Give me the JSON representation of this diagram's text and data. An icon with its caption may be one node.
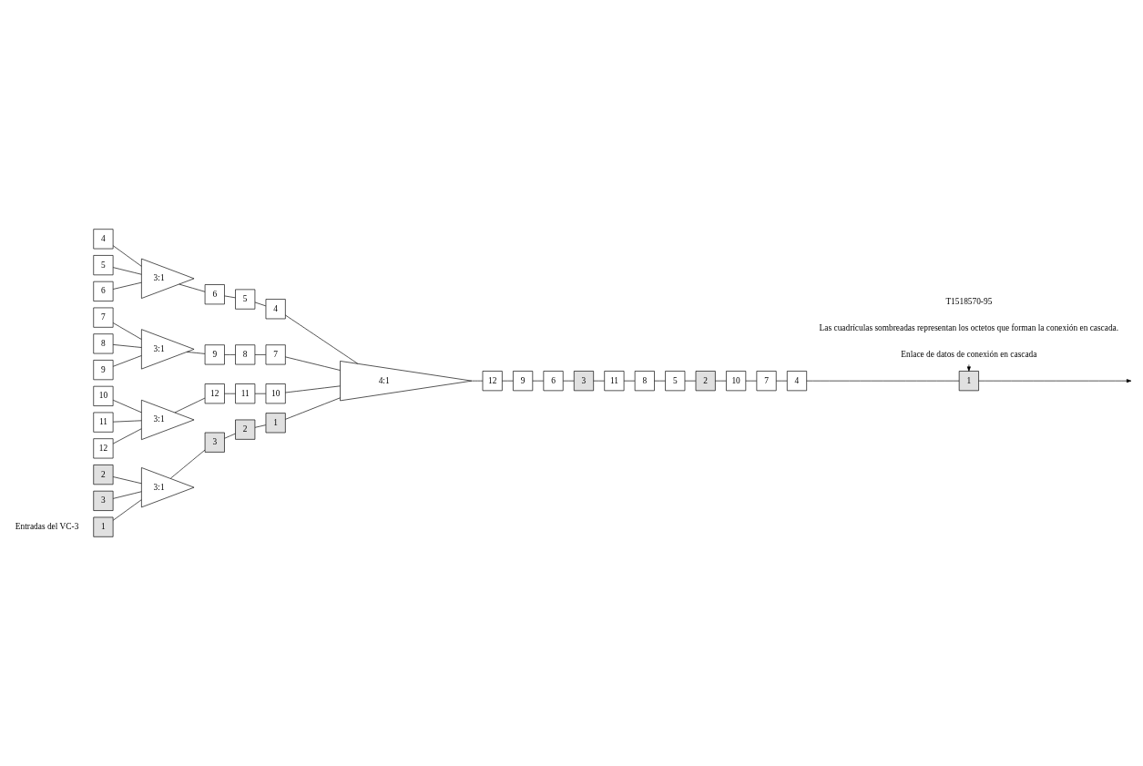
{
  "diagram": {
    "nodes": [
      {
        "text": [
          "1"
        ]
      },
      {
        "text": [
          "2"
        ]
      },
      {
        "text": [
          "3"
        ]
      },
      {
        "text": [
          "4"
        ]
      },
      {
        "text": [
          "5"
        ]
      },
      {
        "text": [
          "6"
        ]
      },
      {
        "text": [
          "7"
        ]
      },
      {
        "text": [
          "8"
        ]
      },
      {
        "text": [
          "9"
        ]
      },
      {
        "text": [
          "10"
        ]
      },
      {
        "text": [
          "11"
        ]
      },
      {
        "text": [
          "12"
        ]
      },
      {
        "text": [
          "3:1"
        ]
      },
      {
        "text": [
          "3:1"
        ]
      },
      {
        "text": [
          "3:1"
        ]
      },
      {
        "text": [
          "3:1"
        ]
      },
      {
        "text": [
          "3"
        ]
      },
      {
        "text": [
          "2"
        ]
      },
      {
        "text": [
          "1"
        ]
      },
      {
        "text": [
          "6"
        ]
      },
      {
        "text": [
          "5"
        ]
      },
      {
        "text": [
          "4"
        ]
      },
      {
        "text": [
          "9"
        ]
      },
      {
        "text": [
          "8"
        ]
      },
      {
        "text": [
          "7"
        ]
      },
      {
        "text": [
          "12"
        ]
      },
      {
        "text": [
          "11"
        ]
      },
      {
        "text": [
          "10"
        ]
      },
      {
        "text": [
          "4:1"
        ]
      },
      {
        "text": [
          "12"
        ]
      },
      {
        "text": [
          "9"
        ]
      },
      {
        "text": [
          "6"
        ]
      },
      {
        "text": [
          "3"
        ]
      },
      {
        "text": [
          "11"
        ]
      },
      {
        "text": [
          "8"
        ]
      },
      {
        "text": [
          "5"
        ]
      },
      {
        "text": [
          "2"
        ]
      },
      {
        "text": [
          "10"
        ]
      },
      {
        "text": [
          "7"
        ]
      },
      {
        "text": [
          "4"
        ]
      },
      {
        "text": [
          "1"
        ]
      },
      {
        "text": [
          "Enlace de datos de conexión en cascada"
        ]
      }
    ],
    "edges": [
      {
        "from": 0,
        "to": 12,
        "arrow": "none"
      },
      {
        "from": 1,
        "to": 12,
        "arrow": "none"
      },
      {
        "from": 2,
        "to": 12,
        "arrow": "none"
      },
      {
        "from": 3,
        "to": 13,
        "arrow": "none"
      },
      {
        "from": 4,
        "to": 13,
        "arrow": "none"
      },
      {
        "from": 5,
        "to": 13,
        "arrow": "none"
      },
      {
        "from": 6,
        "to": 14,
        "arrow": "none"
      },
      {
        "from": 7,
        "to": 14,
        "arrow": "none"
      },
      {
        "from": 8,
        "to": 14,
        "arrow": "none"
      },
      {
        "from": 9,
        "to": 15,
        "arrow": "none"
      },
      {
        "from": 10,
        "to": 15,
        "arrow": "none"
      },
      {
        "from": 11,
        "to": 15,
        "arrow": "none"
      },
      {
        "from": 12,
        "to": 16,
        "arrow": "none"
      },
      {
        "from": 16,
        "to": 17,
        "arrow": "none"
      },
      {
        "from": 17,
        "to": 18,
        "arrow": "none"
      },
      {
        "from": 18,
        "to": 28,
        "arrow": "none"
      },
      {
        "from": 13,
        "to": 19,
        "arrow": "none"
      },
      {
        "from": 19,
        "to": 20,
        "arrow": "none"
      },
      {
        "from": 20,
        "to": 21,
        "arrow": "none"
      },
      {
        "from": 21,
        "to": 28,
        "arrow": "none"
      },
      {
        "from": 14,
        "to": 22,
        "arrow": "none"
      },
      {
        "from": 22,
        "to": 23,
        "arrow": "none"
      },
      {
        "from": 23,
        "to": 24,
        "arrow": "none"
      },
      {
        "from": 24,
        "to": 28,
        "arrow": "none"
      },
      {
        "from": 15,
        "to": 25,
        "arrow": "none"
      },
      {
        "from": 25,
        "to": 26,
        "arrow": "none"
      },
      {
        "from": 26,
        "to": 27,
        "arrow": "none"
      },
      {
        "from": 27,
        "to": 28,
        "arrow": "none"
      },
      {
        "from": 28,
        "to": 29,
        "arrow": "none"
      },
      {
        "from": 29,
        "to": 30,
        "arrow": "none"
      },
      {
        "from": 30,
        "to": 31,
        "arrow": "none"
      },
      {
        "from": 31,
        "to": 32,
        "arrow": "none"
      },
      {
        "from": 32,
        "to": 33,
        "arrow": "none"
      },
      {
        "from": 33,
        "to": 34,
        "arrow": "none"
      },
      {
        "from": 34,
        "to": 35,
        "arrow": "none"
      },
      {
        "from": 35,
        "to": 36,
        "arrow": "none"
      },
      {
        "from": 36,
        "to": 37,
        "arrow": "none"
      },
      {
        "from": 37,
        "to": 38,
        "arrow": "none"
      },
      {
        "from": 38,
        "to": 39,
        "arrow": "none"
      },
      {
        "from": 39,
        "to": 40,
        "arrow": "none"
      },
      {
        "from": 40,
        "to": null,
        "arrow": "to"
      },
      {
        "from": 41,
        "to": 40,
        "arrow": "to"
      }
    ],
    "labels": [
      "Entradas del VC-3",
      "Las cuadrículas sombreadas representan los octetos que forman la conexión en cascada.",
      "T1518570-95"
    ]
  }
}
